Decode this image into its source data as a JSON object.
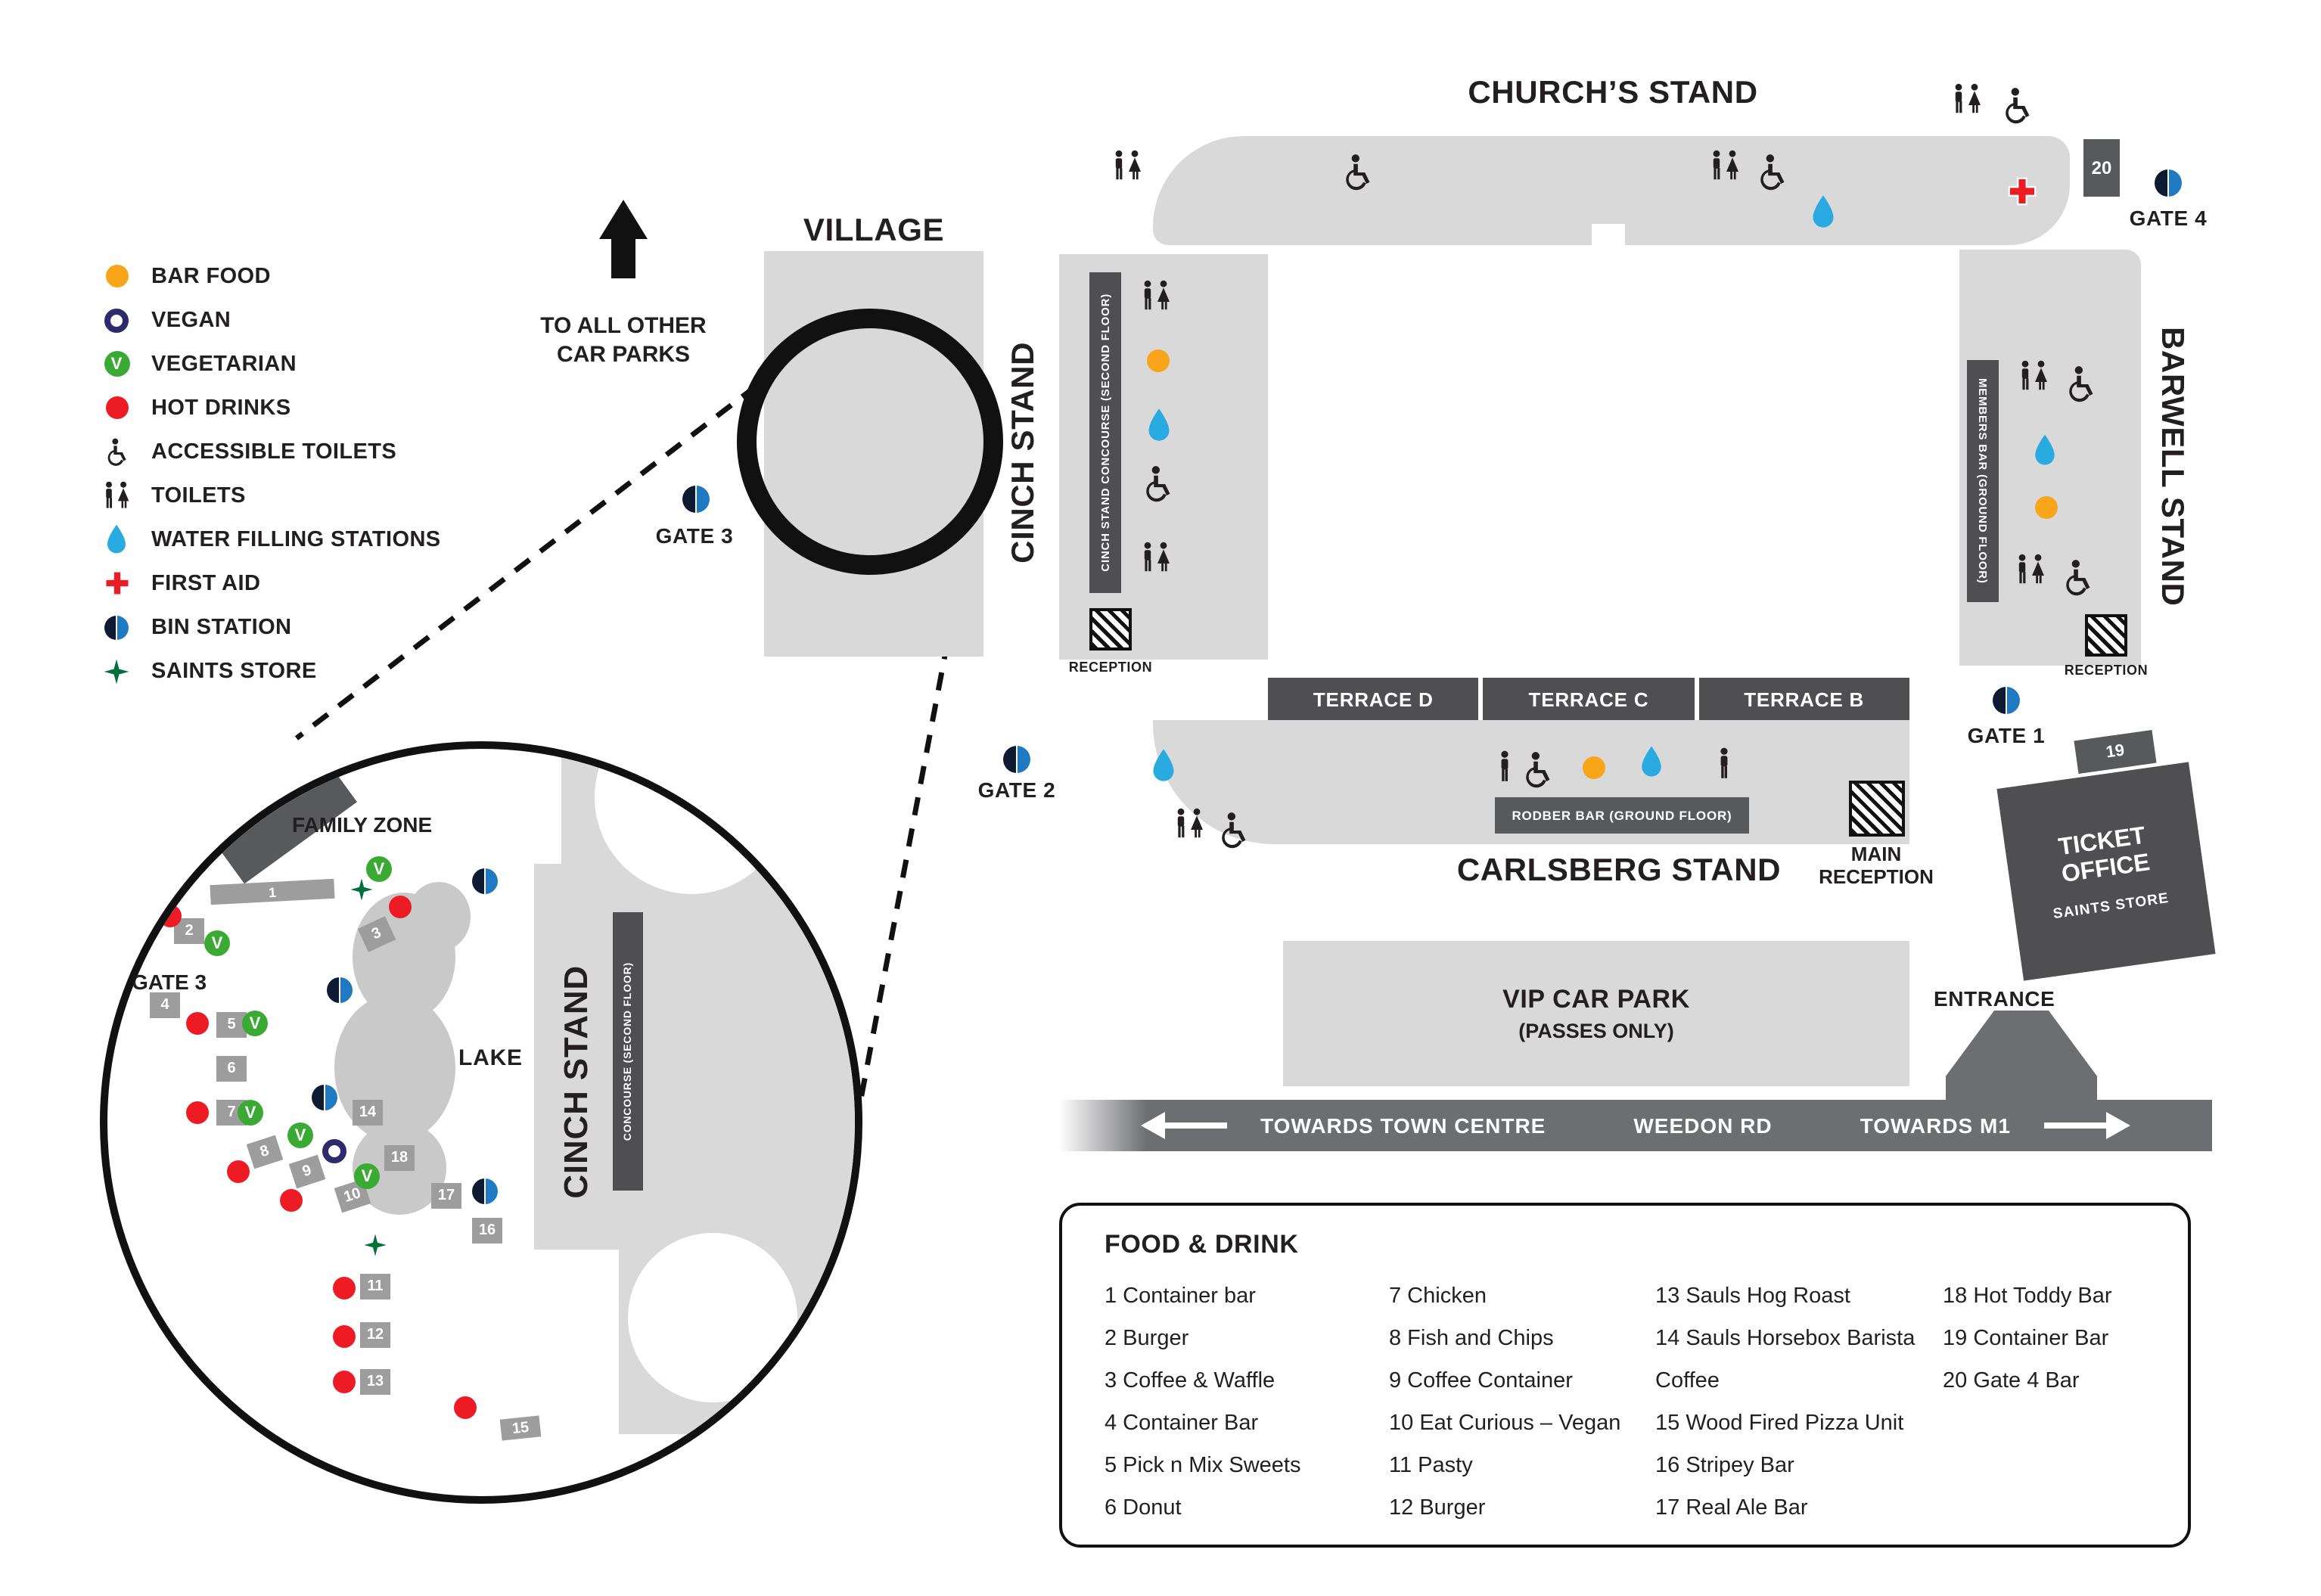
{
  "icons": {
    "veg_letter": "V"
  },
  "legend": {
    "items": [
      {
        "icon": "bar-food-icon",
        "label": "BAR FOOD"
      },
      {
        "icon": "vegan-icon",
        "label": "VEGAN"
      },
      {
        "icon": "vegetarian-icon",
        "label": "VEGETARIAN"
      },
      {
        "icon": "hot-drinks-icon",
        "label": "HOT DRINKS"
      },
      {
        "icon": "accessible-toilets-icon",
        "label": "ACCESSIBLE TOILETS"
      },
      {
        "icon": "toilets-icon",
        "label": "TOILETS"
      },
      {
        "icon": "water-icon",
        "label": "WATER FILLING STATIONS"
      },
      {
        "icon": "first-aid-icon",
        "label": "FIRST AID"
      },
      {
        "icon": "bin-station-icon",
        "label": "BIN STATION"
      },
      {
        "icon": "saints-store-icon",
        "label": "SAINTS STORE"
      }
    ]
  },
  "village": {
    "title": "VILLAGE",
    "arrow_line1": "TO ALL OTHER",
    "arrow_line2": "CAR PARKS"
  },
  "stands": {
    "churchs": "CHURCH’S STAND",
    "cinch": "CINCH STAND",
    "cinch_concourse": "CINCH STAND CONCOURSE (SECOND FLOOR)",
    "barwell": "BARWELL STAND",
    "members_bar": "MEMBERS BAR (GROUND FLOOR)",
    "carlsberg": "CARLSBERG STAND",
    "rodber_bar": "RODBER BAR (GROUND FLOOR)",
    "terrace_d": "TERRACE D",
    "terrace_c": "TERRACE C",
    "terrace_b": "TERRACE B"
  },
  "gates": {
    "gate1": "GATE 1",
    "gate2": "GATE 2",
    "gate3": "GATE 3",
    "gate4": "GATE 4"
  },
  "badges": {
    "b19": "19",
    "b20": "20"
  },
  "labels": {
    "reception": "RECEPTION",
    "main_reception_line1": "MAIN",
    "main_reception_line2": "RECEPTION",
    "ticket_office_line1": "TICKET",
    "ticket_office_line2": "OFFICE",
    "ticket_office_sub": "SAINTS STORE",
    "entrance": "ENTRANCE",
    "vip_line1": "VIP CAR PARK",
    "vip_line2": "(PASSES ONLY)"
  },
  "road": {
    "towards_town": "TOWARDS TOWN CENTRE",
    "weedon": "WEEDON RD",
    "towards_m1": "TOWARDS M1"
  },
  "detail": {
    "family_zone": "FAMILY ZONE",
    "gate3": "GATE 3",
    "lake": "LAKE",
    "cinch_stand": "CINCH STAND",
    "concourse": "CONCOURSE (SECOND FLOOR)",
    "stalls": [
      "1",
      "2",
      "3",
      "4",
      "5",
      "6",
      "7",
      "8",
      "9",
      "10",
      "11",
      "12",
      "13",
      "14",
      "15",
      "16",
      "17",
      "18"
    ]
  },
  "food_drink": {
    "title": "FOOD & DRINK",
    "col1": [
      "1  Container bar",
      "2 Burger",
      "3 Coffee & Waffle",
      "4 Container Bar",
      "5 Pick n Mix Sweets",
      "6 Donut"
    ],
    "col2": [
      "7 Chicken",
      "8 Fish and Chips",
      "9 Coffee Container",
      "10 Eat Curious – Vegan",
      "11 Pasty",
      "12 Burger"
    ],
    "col3": [
      "13 Sauls Hog Roast",
      "14 Sauls Horsebox Barista",
      "Coffee",
      "15 Wood Fired Pizza Unit",
      "16 Stripey Bar",
      "17 Real Ale Bar"
    ],
    "col4": [
      "18 Hot Toddy Bar",
      "19 Container Bar",
      "20 Gate 4 Bar"
    ]
  },
  "colors": {
    "stand_gray": "#d9d9d9",
    "dark_bar": "#4f4f51",
    "road_gray": "#6d6e71",
    "orange": "#f9a51a",
    "red": "#ed1c24",
    "water_blue": "#29abe2",
    "veg_green": "#3aaa35",
    "vegan_navy": "#2e2a6e",
    "store_green": "#00703c"
  }
}
